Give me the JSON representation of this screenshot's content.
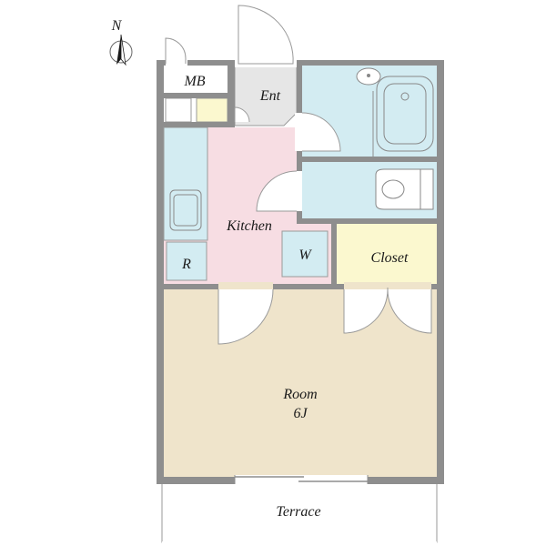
{
  "compass": {
    "label": "N",
    "icon": "north-arrow-icon"
  },
  "rooms": {
    "mb": "MB",
    "entrance": "Ent",
    "kitchen": "Kitchen",
    "refrigerator": "R",
    "washer": "W",
    "closet": "Closet",
    "room": "Room",
    "room_size": "6J",
    "terrace": "Terrace"
  },
  "colors": {
    "wall": "#8e8e8e",
    "entrance": "#e6e6e6",
    "bath": "#d3ecf2",
    "kitchen": "#f7dde3",
    "closet": "#fbf8cf",
    "room": "#efe4cb",
    "appliance": "#d3ecf2",
    "storage": "#fbf8cf"
  }
}
